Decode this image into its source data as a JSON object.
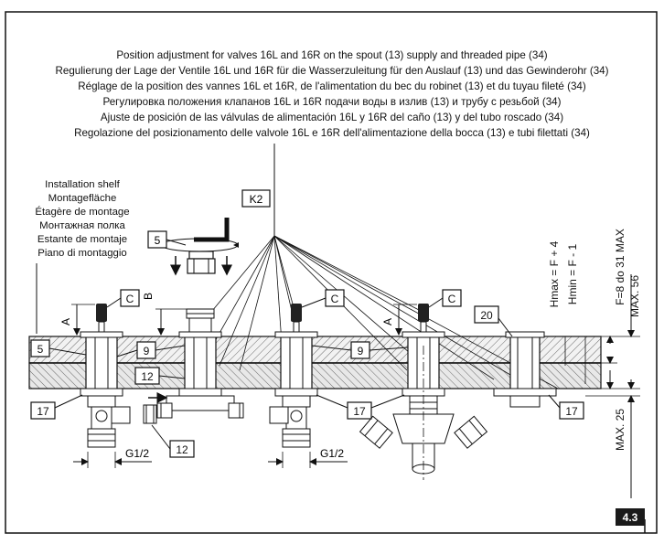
{
  "title_lines": [
    "Position adjustment for valves 16L and 16R on the spout (13) supply and threaded pipe (34)",
    "Regulierung der Lage der Ventile 16L und 16R für die Wasserzuleitung für den Auslauf (13) und das Gewinderohr (34)",
    "Réglage de la position des vannes 16L et 16R, de l'alimentation du bec du robinet (13) et du tuyau fileté (34)",
    "Регулировка положения клапанов 16L и 16R подачи воды в излив (13) и трубу с резьбой (34)",
    "Ajuste de posición de las válvulas de alimentación 16L y 16R del caño (13) y del tubo roscado (34)",
    "Regolazione del posizionamento delle valvole 16L e 16R dell'alimentazione della bocca (13) e tubi filettati (34)"
  ],
  "shelf_lines": [
    "Installation shelf",
    "Montagefläche",
    "Étagère de montage",
    "Монтажная полка",
    "Estante de montaje",
    "Piano di montaggio"
  ],
  "callouts": {
    "k2": "K2",
    "five": "5",
    "c": "C",
    "nine": "9",
    "twelve": "12",
    "seventeen": "17",
    "twenty": "20"
  },
  "dims": {
    "a": "A",
    "b": "B",
    "g12": "G1/2",
    "hmax": "Hmax = F + 4",
    "hmin": "Hmin = F - 1",
    "f_range": "F=8 do 31 MAX",
    "max56": "MAX. 56",
    "max25": "MAX. 25"
  },
  "figure_number": "4.3",
  "colors": {
    "ink": "#111111",
    "hatch": "#555555",
    "badge": "#1a1a1a"
  }
}
